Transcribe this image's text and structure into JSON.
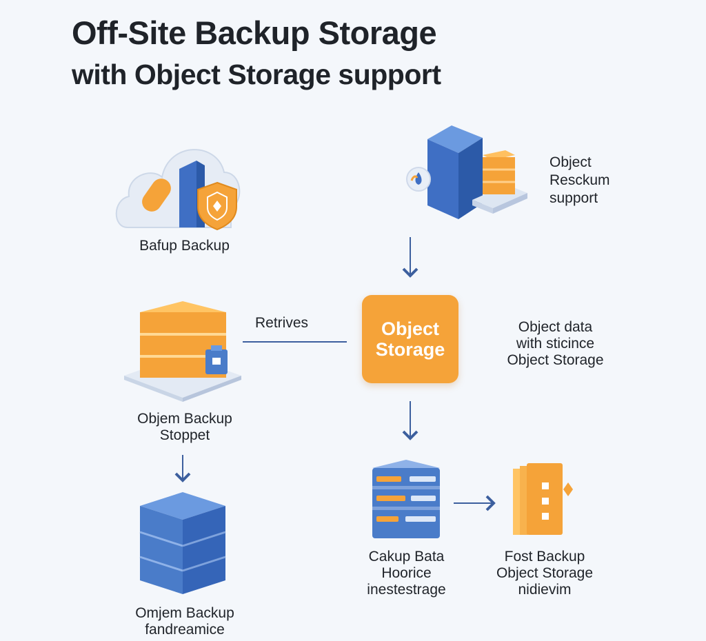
{
  "title": {
    "line1": "Off-Site Backup Storage",
    "line2": "with Object Storage support"
  },
  "nodes": {
    "cloud_backup": {
      "label": "Bafup Backup",
      "icon": "cloud-shield-icon"
    },
    "server_top": {
      "label": "Object\nResckum\nsupport",
      "icon": "server-stack-icon"
    },
    "storage_left": {
      "label": "Objem Backup\nStoppet",
      "icon": "orange-storage-stack-icon"
    },
    "retrieves_edge": {
      "label": "Retrives"
    },
    "object_storage": {
      "label": "Object\nStorage",
      "note": "Object data\nwith sticince\nObject Storage"
    },
    "storage_bottom_left": {
      "label": "Omjem Backup\nfandreamice",
      "icon": "blue-storage-stack-icon"
    },
    "data_server": {
      "label": "Cakup Bata\nHoorice\ninestestrage",
      "icon": "data-server-icon"
    },
    "fast_backup": {
      "label": "Fost Backup\nObject Storage\nnidievim",
      "icon": "orange-archive-icon"
    }
  },
  "colors": {
    "accent_orange": "#f5a339",
    "accent_blue": "#4a7cc9",
    "arrow": "#3c5f9e",
    "background": "#f4f7fb"
  }
}
